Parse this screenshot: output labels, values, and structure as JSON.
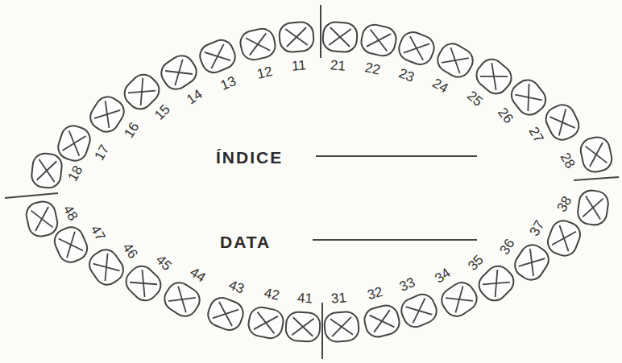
{
  "diagram": {
    "labels": [
      "18",
      "17",
      "16",
      "15",
      "14",
      "13",
      "12",
      "11",
      "21",
      "22",
      "23",
      "24",
      "25",
      "26",
      "27",
      "28",
      "ÍNDICE",
      "DATA",
      "48",
      "47",
      "46",
      "45",
      "44",
      "43",
      "42",
      "41",
      "31",
      "32",
      "33",
      "34",
      "35",
      "36",
      "37",
      "38"
    ]
  }
}
